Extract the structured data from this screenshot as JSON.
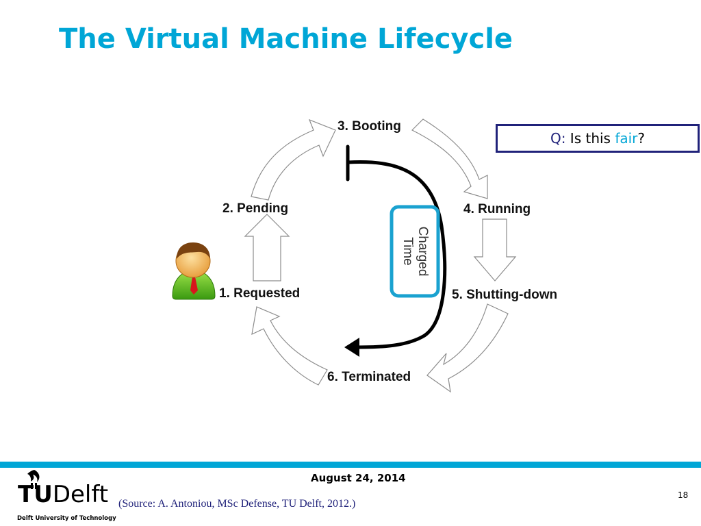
{
  "title": "The Virtual Machine Lifecycle",
  "stages": {
    "requested": "1. Requested",
    "pending": "2. Pending",
    "booting": "3. Booting",
    "running": "4. Running",
    "shutting_down": "5. Shutting-down",
    "terminated": "6. Terminated"
  },
  "charged_time": {
    "line1": "Charged",
    "line2": "Time"
  },
  "question": {
    "prefix": "Q:",
    "text_before": " Is this ",
    "highlight": "fair",
    "suffix": "?"
  },
  "footer": {
    "date": "August 24, 2014",
    "source": "(Source: A. Antoniou, MSc Defense, TU Delft, 2012.)",
    "page_number": "18",
    "logo_text_bold": "TU",
    "logo_text": "Delft",
    "logo_subtitle": "Delft University of Technology"
  },
  "colors": {
    "accent": "#00a6d6",
    "navy": "#20227a"
  }
}
